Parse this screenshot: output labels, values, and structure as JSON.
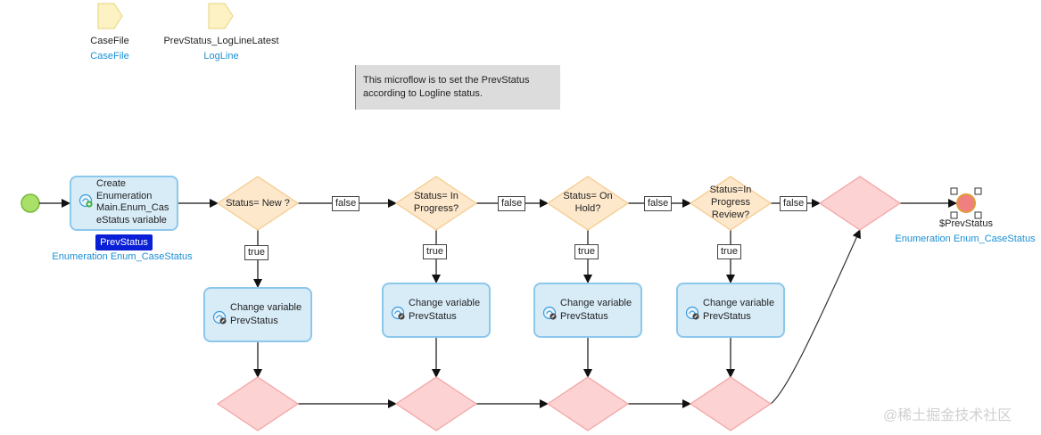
{
  "parameters": [
    {
      "name": "CaseFile",
      "type": "CaseFile"
    },
    {
      "name": "PrevStatus_LogLineLatest",
      "type": "LogLine"
    }
  ],
  "annotation": {
    "line1": "This microflow is to set the PrevStatus",
    "line2": "according to Logline status."
  },
  "create_activity": {
    "lines": [
      "Create",
      "Enumeration",
      "Main.Enum_Cas",
      "eStatus variable"
    ],
    "output_variable": "PrevStatus",
    "output_type": "Enumeration Enum_CaseStatus"
  },
  "decisions": [
    {
      "lines": [
        "Status= New ?"
      ]
    },
    {
      "lines": [
        "Status= In",
        "Progress?"
      ]
    },
    {
      "lines": [
        "Status= On",
        "Hold?"
      ]
    },
    {
      "lines": [
        "Status=In",
        "Progress",
        "Review?"
      ]
    }
  ],
  "flow_labels": {
    "false": "false",
    "true": "true"
  },
  "change_activities": [
    {
      "line1": "Change variable",
      "line2": "PrevStatus"
    },
    {
      "line1": "Change variable",
      "line2": "PrevStatus"
    },
    {
      "line1": "Change variable",
      "line2": "PrevStatus"
    },
    {
      "line1": "Change variable",
      "line2": "PrevStatus"
    }
  ],
  "end_event": {
    "return_value": "$PrevStatus",
    "return_type": "Enumeration Enum_CaseStatus"
  },
  "watermark": "@稀土掘金技术社区",
  "colors": {
    "start": "#a8e06a",
    "end": "#f08080",
    "activity_fill": "#d8ecf8",
    "activity_border": "#8cc7ec",
    "decision_fill": "#fde8cc",
    "decision_border": "#f5c98a",
    "merge_fill": "#fcd2d2",
    "merge_border": "#f2a3a3",
    "badge": "#0a20d6",
    "link": "#1a8fd6"
  }
}
